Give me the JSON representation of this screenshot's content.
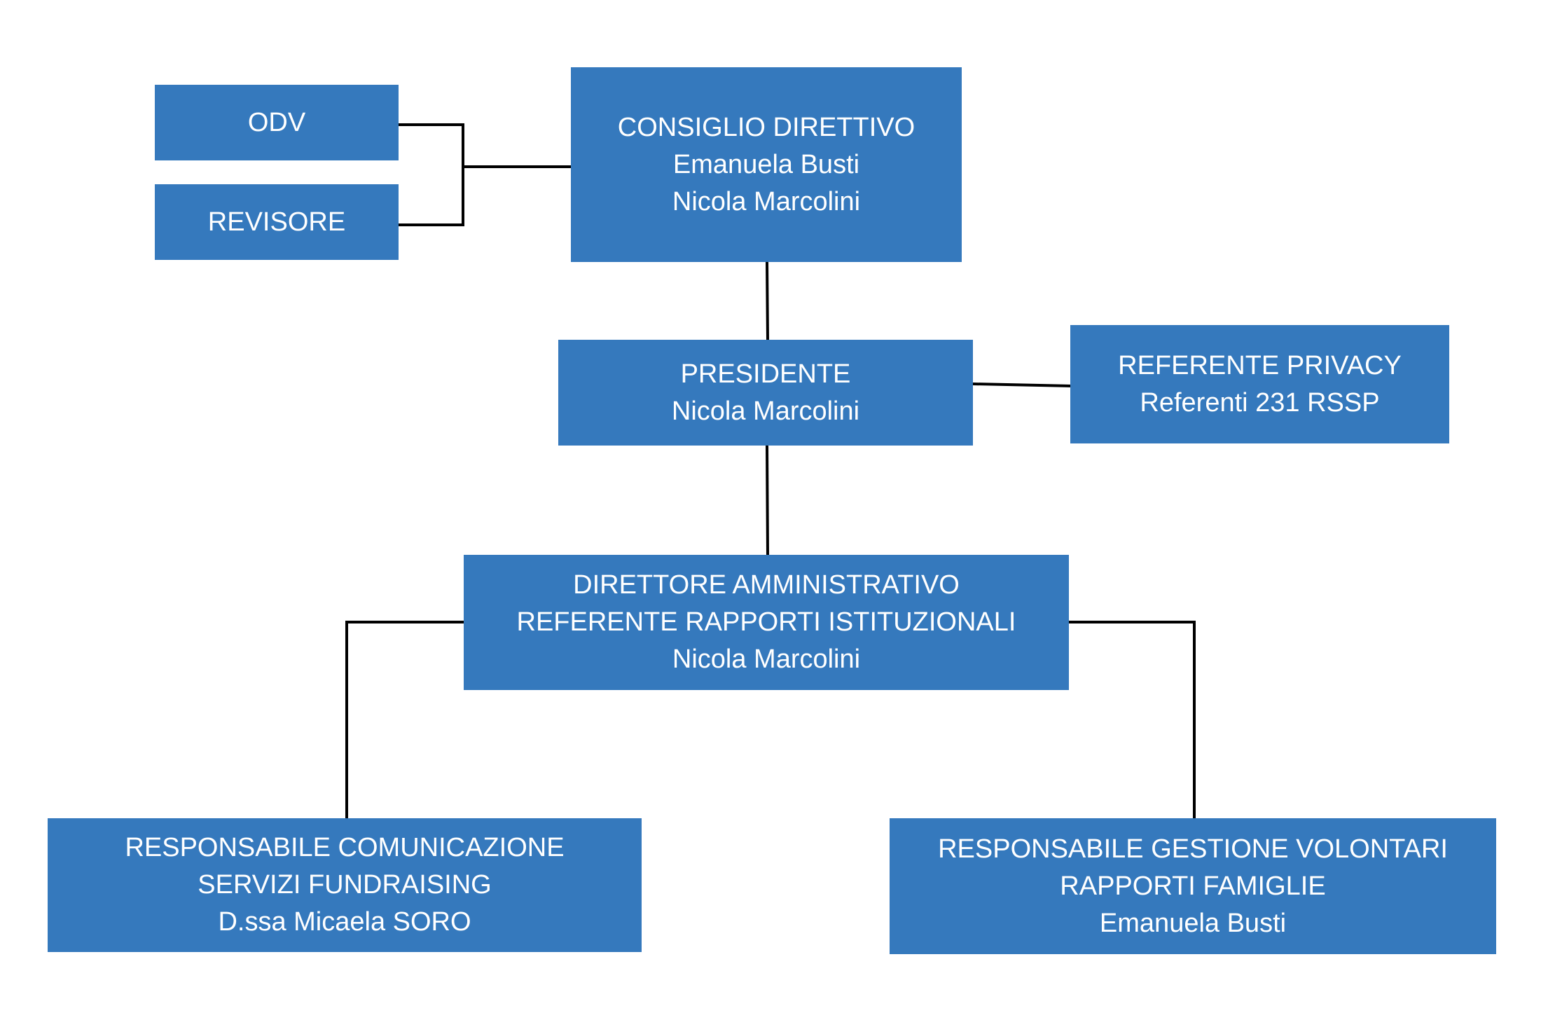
{
  "chart": {
    "nodes": {
      "odv": {
        "lines": [
          "ODV"
        ]
      },
      "revisore": {
        "lines": [
          "REVISORE"
        ]
      },
      "consiglio": {
        "lines": [
          "CONSIGLIO DIRETTIVO",
          "Emanuela Busti",
          "Nicola Marcolini"
        ]
      },
      "presidente": {
        "lines": [
          "PRESIDENTE",
          "Nicola Marcolini"
        ]
      },
      "privacy": {
        "lines": [
          "REFERENTE PRIVACY",
          "Referenti 231 RSSP"
        ]
      },
      "direttore": {
        "lines": [
          "DIRETTORE AMMINISTRATIVO",
          "REFERENTE RAPPORTI ISTITUZIONALI",
          "Nicola Marcolini"
        ]
      },
      "comunicazione": {
        "lines": [
          "RESPONSABILE COMUNICAZIONE",
          "SERVIZI FUNDRAISING",
          "D.ssa Micaela SORO"
        ]
      },
      "volontari": {
        "lines": [
          "RESPONSABILE GESTIONE VOLONTARI",
          "RAPPORTI FAMIGLIE",
          "Emanuela Busti"
        ]
      }
    },
    "colors": {
      "box_fill": "#3579bd",
      "box_text": "#ffffff",
      "connector": "#000000"
    }
  }
}
